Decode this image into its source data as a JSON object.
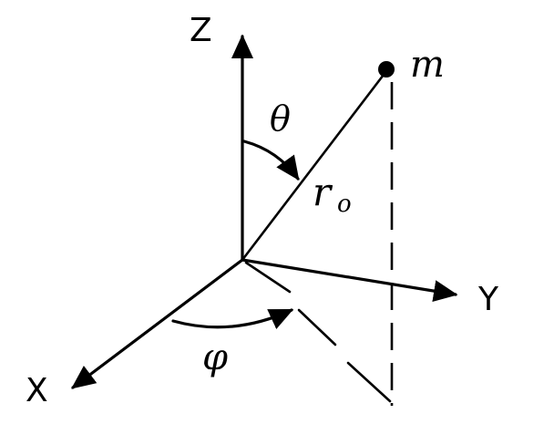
{
  "labels": {
    "z_axis": "Z",
    "y_axis": "Y",
    "x_axis": "X",
    "theta": "θ",
    "phi": "φ",
    "radius": "r",
    "radius_subscript": "o",
    "mass": "m"
  }
}
